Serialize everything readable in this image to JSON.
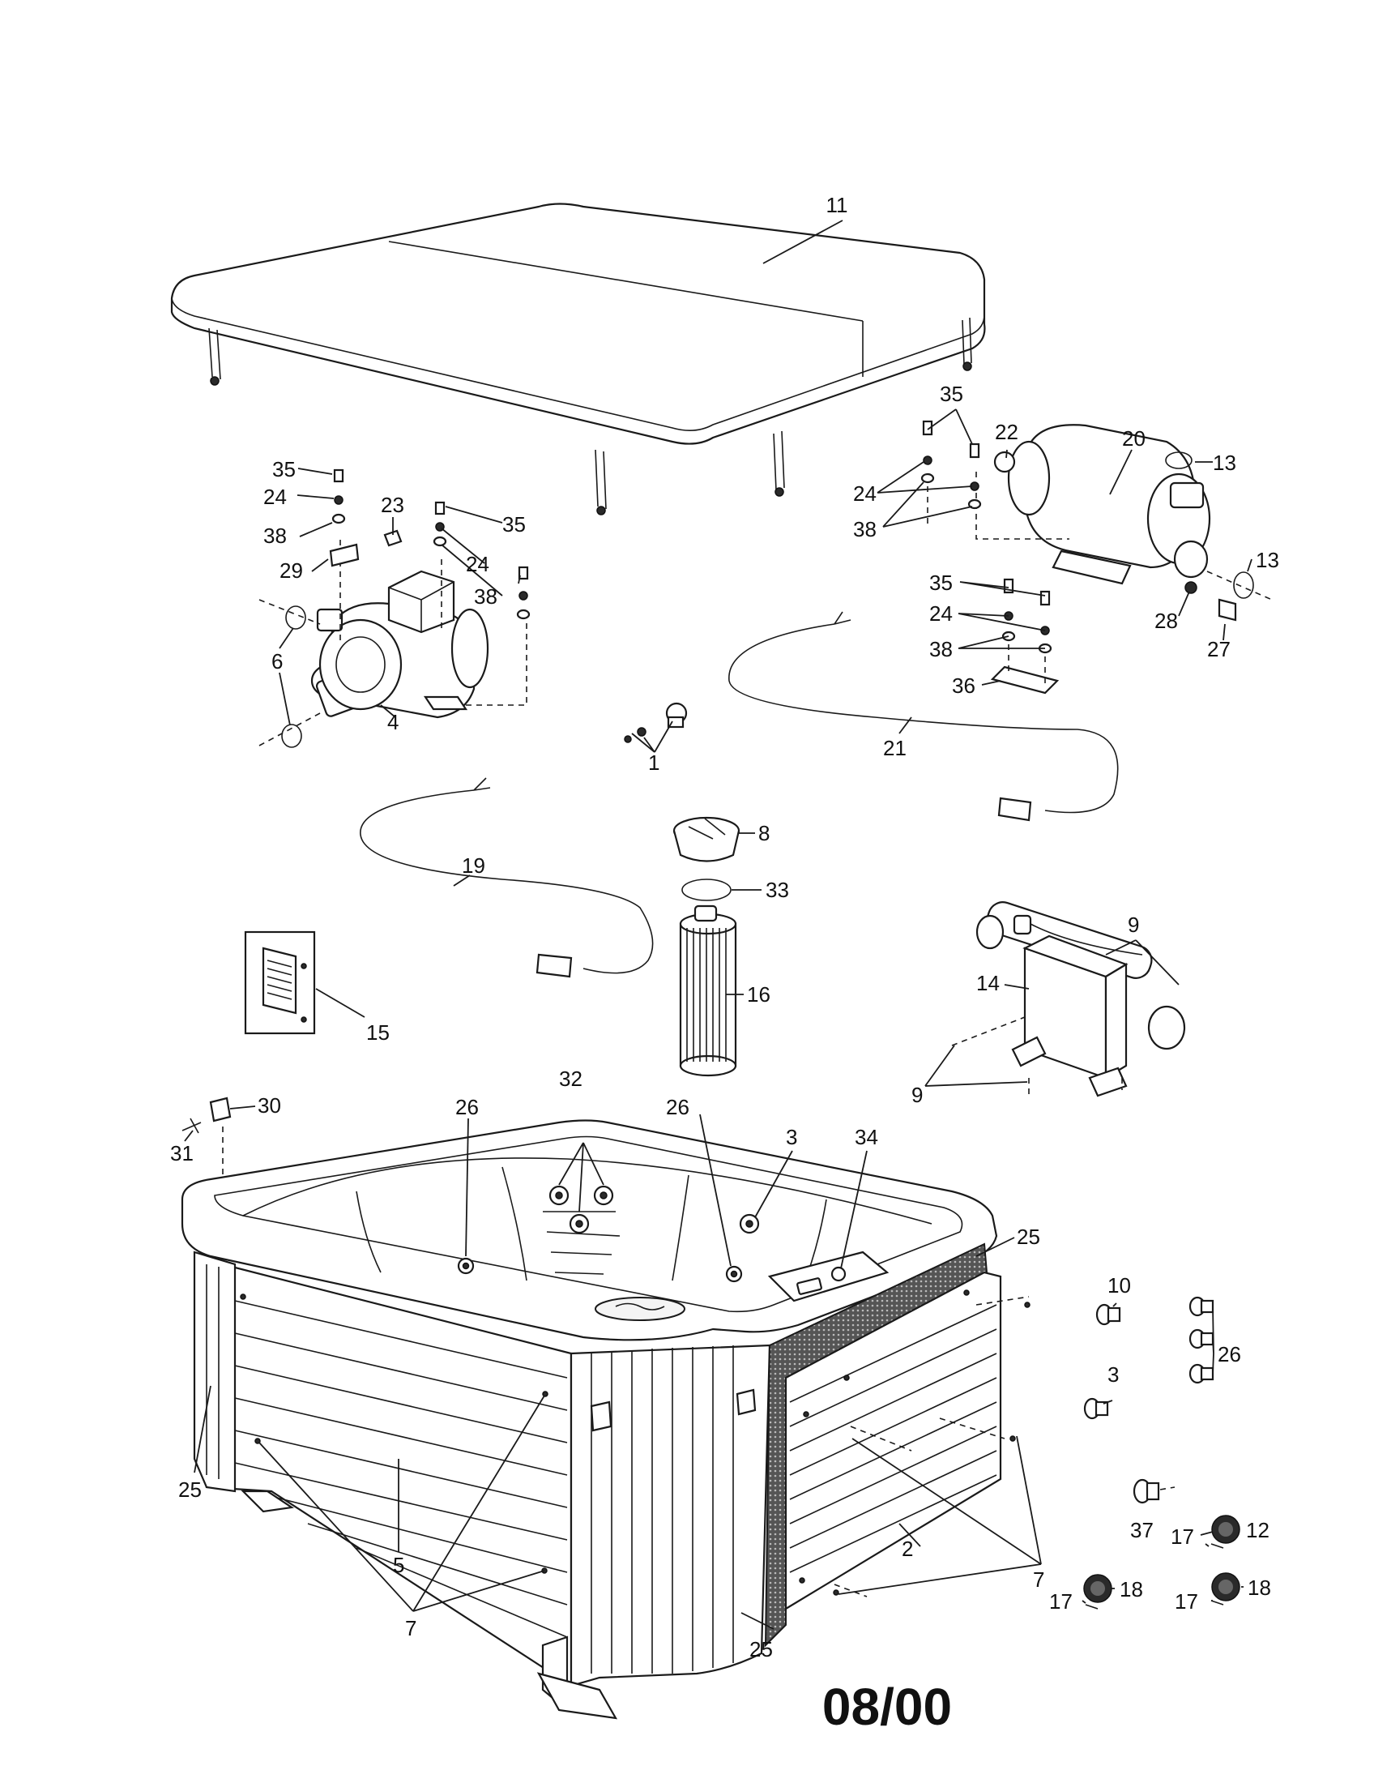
{
  "footer": {
    "code": "08/00"
  },
  "callouts": [
    {
      "id": "c11",
      "text": "11"
    },
    {
      "id": "c35a",
      "text": "35"
    },
    {
      "id": "c24a",
      "text": "24"
    },
    {
      "id": "c38a",
      "text": "38"
    },
    {
      "id": "c29",
      "text": "29"
    },
    {
      "id": "c23",
      "text": "23"
    },
    {
      "id": "c35b",
      "text": "35"
    },
    {
      "id": "c24b",
      "text": "24"
    },
    {
      "id": "c38b",
      "text": "38"
    },
    {
      "id": "c6",
      "text": "6"
    },
    {
      "id": "c4",
      "text": "4"
    },
    {
      "id": "c35c",
      "text": "35"
    },
    {
      "id": "c24c",
      "text": "24"
    },
    {
      "id": "c38c",
      "text": "38"
    },
    {
      "id": "c22",
      "text": "22"
    },
    {
      "id": "c20",
      "text": "20"
    },
    {
      "id": "c13a",
      "text": "13"
    },
    {
      "id": "c13b",
      "text": "13"
    },
    {
      "id": "c28",
      "text": "28"
    },
    {
      "id": "c27",
      "text": "27"
    },
    {
      "id": "c35d",
      "text": "35"
    },
    {
      "id": "c24d",
      "text": "24"
    },
    {
      "id": "c38d",
      "text": "38"
    },
    {
      "id": "c36",
      "text": "36"
    },
    {
      "id": "c21",
      "text": "21"
    },
    {
      "id": "c1",
      "text": "1"
    },
    {
      "id": "c19",
      "text": "19"
    },
    {
      "id": "c8",
      "text": "8"
    },
    {
      "id": "c33",
      "text": "33"
    },
    {
      "id": "c16",
      "text": "16"
    },
    {
      "id": "c15",
      "text": "15"
    },
    {
      "id": "c9a",
      "text": "9"
    },
    {
      "id": "c14",
      "text": "14"
    },
    {
      "id": "c9b",
      "text": "9"
    },
    {
      "id": "c30",
      "text": "30"
    },
    {
      "id": "c31",
      "text": "31"
    },
    {
      "id": "c26a",
      "text": "26"
    },
    {
      "id": "c32",
      "text": "32"
    },
    {
      "id": "c26b",
      "text": "26"
    },
    {
      "id": "c3a",
      "text": "3"
    },
    {
      "id": "c34",
      "text": "34"
    },
    {
      "id": "c25a",
      "text": "25"
    },
    {
      "id": "c10",
      "text": "10"
    },
    {
      "id": "c26c",
      "text": "26"
    },
    {
      "id": "c3b",
      "text": "3"
    },
    {
      "id": "c25b",
      "text": "25"
    },
    {
      "id": "c5",
      "text": "5"
    },
    {
      "id": "c7a",
      "text": "7"
    },
    {
      "id": "c25c",
      "text": "25"
    },
    {
      "id": "c2",
      "text": "2"
    },
    {
      "id": "c7b",
      "text": "7"
    },
    {
      "id": "c37",
      "text": "37"
    },
    {
      "id": "c17a",
      "text": "17"
    },
    {
      "id": "c12",
      "text": "12"
    },
    {
      "id": "c17b",
      "text": "17"
    },
    {
      "id": "c18a",
      "text": "18"
    },
    {
      "id": "c17c",
      "text": "17"
    },
    {
      "id": "c18b",
      "text": "18"
    }
  ]
}
